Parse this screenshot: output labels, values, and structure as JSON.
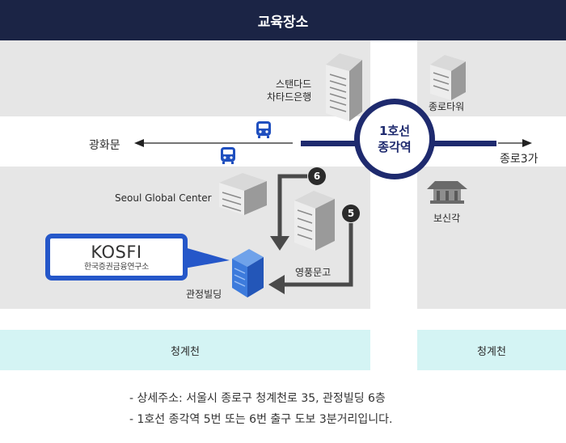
{
  "header": {
    "title": "교육장소"
  },
  "map": {
    "station": {
      "line": "1호선",
      "name": "종각역"
    },
    "directions": {
      "west": "광화문",
      "east": "종로3가"
    },
    "landmarks": {
      "standard_chartered": "스탠다드\n차타드은행",
      "jongno_tower": "종로타워",
      "seoul_global_center": "Seoul Global Center",
      "youngpoong": "영풍문고",
      "bosingak": "보신각",
      "gwanjeong": "관정빌딩"
    },
    "exits": {
      "exit6": "6",
      "exit5": "5"
    },
    "streams": {
      "left": "청계천",
      "right": "청계천"
    },
    "kosfi": {
      "logo": "KOSFI",
      "subtitle": "한국증권금융연구소"
    }
  },
  "info": {
    "address": "- 상세주소: 서울시 종로구 청계천로 35, 관정빌딩 6층",
    "directions": "- 1호선 종각역 5번 또는 6번 출구 도보 3분거리입니다."
  },
  "colors": {
    "header_bg": "#1b2445",
    "road_block": "#e6e6e6",
    "stream": "#d4f4f4",
    "line1_blue": "#1e2a6e",
    "kosfi_blue": "#2557c9",
    "exit_badge": "#2b2b2b"
  }
}
